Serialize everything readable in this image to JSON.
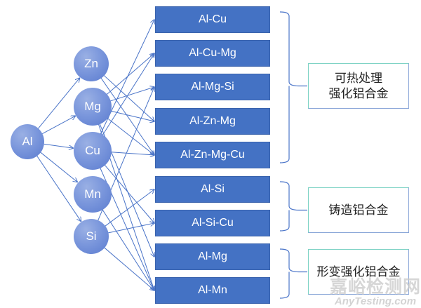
{
  "root": {
    "id": "Al",
    "label": "Al"
  },
  "elements": [
    {
      "id": "Zn",
      "label": "Zn"
    },
    {
      "id": "Mg",
      "label": "Mg"
    },
    {
      "id": "Cu",
      "label": "Cu"
    },
    {
      "id": "Mn",
      "label": "Mn"
    },
    {
      "id": "Si",
      "label": "Si"
    }
  ],
  "alloys": [
    {
      "id": "Al-Cu",
      "label": "Al-Cu",
      "components": [
        "Cu"
      ]
    },
    {
      "id": "Al-Cu-Mg",
      "label": "Al-Cu-Mg",
      "components": [
        "Cu",
        "Mg"
      ]
    },
    {
      "id": "Al-Mg-Si",
      "label": "Al-Mg-Si",
      "components": [
        "Mg",
        "Si"
      ]
    },
    {
      "id": "Al-Zn-Mg",
      "label": "Al-Zn-Mg",
      "components": [
        "Zn",
        "Mg"
      ]
    },
    {
      "id": "Al-Zn-Mg-Cu",
      "label": "Al-Zn-Mg-Cu",
      "components": [
        "Zn",
        "Mg",
        "Cu"
      ]
    },
    {
      "id": "Al-Si",
      "label": "Al-Si",
      "components": [
        "Si"
      ]
    },
    {
      "id": "Al-Si-Cu",
      "label": "Al-Si-Cu",
      "components": [
        "Si",
        "Cu"
      ]
    },
    {
      "id": "Al-Mg",
      "label": "Al-Mg",
      "components": [
        "Mg"
      ]
    },
    {
      "id": "Al-Mn",
      "label": "Al-Mn",
      "components": [
        "Mn",
        "Mg",
        "Si",
        "Cu"
      ]
    }
  ],
  "categories": [
    {
      "id": "heat-treatable",
      "label": "可热处理\n强化铝合金",
      "alloys": [
        "Al-Cu",
        "Al-Cu-Mg",
        "Al-Mg-Si",
        "Al-Zn-Mg",
        "Al-Zn-Mg-Cu"
      ]
    },
    {
      "id": "cast",
      "label": "铸造铝合金",
      "alloys": [
        "Al-Si",
        "Al-Si-Cu"
      ]
    },
    {
      "id": "wrought-strain-hardened",
      "label": "形变强化铝合金",
      "alloys": [
        "Al-Mg",
        "Al-Mn"
      ]
    }
  ],
  "colors": {
    "edge": "#4a74c8",
    "box": "#4472c4",
    "node": "#7b97dc",
    "category_border": "#7fd3c5",
    "bracket": "#4a74c8"
  },
  "watermark": {
    "cn": "嘉峪检测网",
    "en": "AnyTesting.com"
  }
}
